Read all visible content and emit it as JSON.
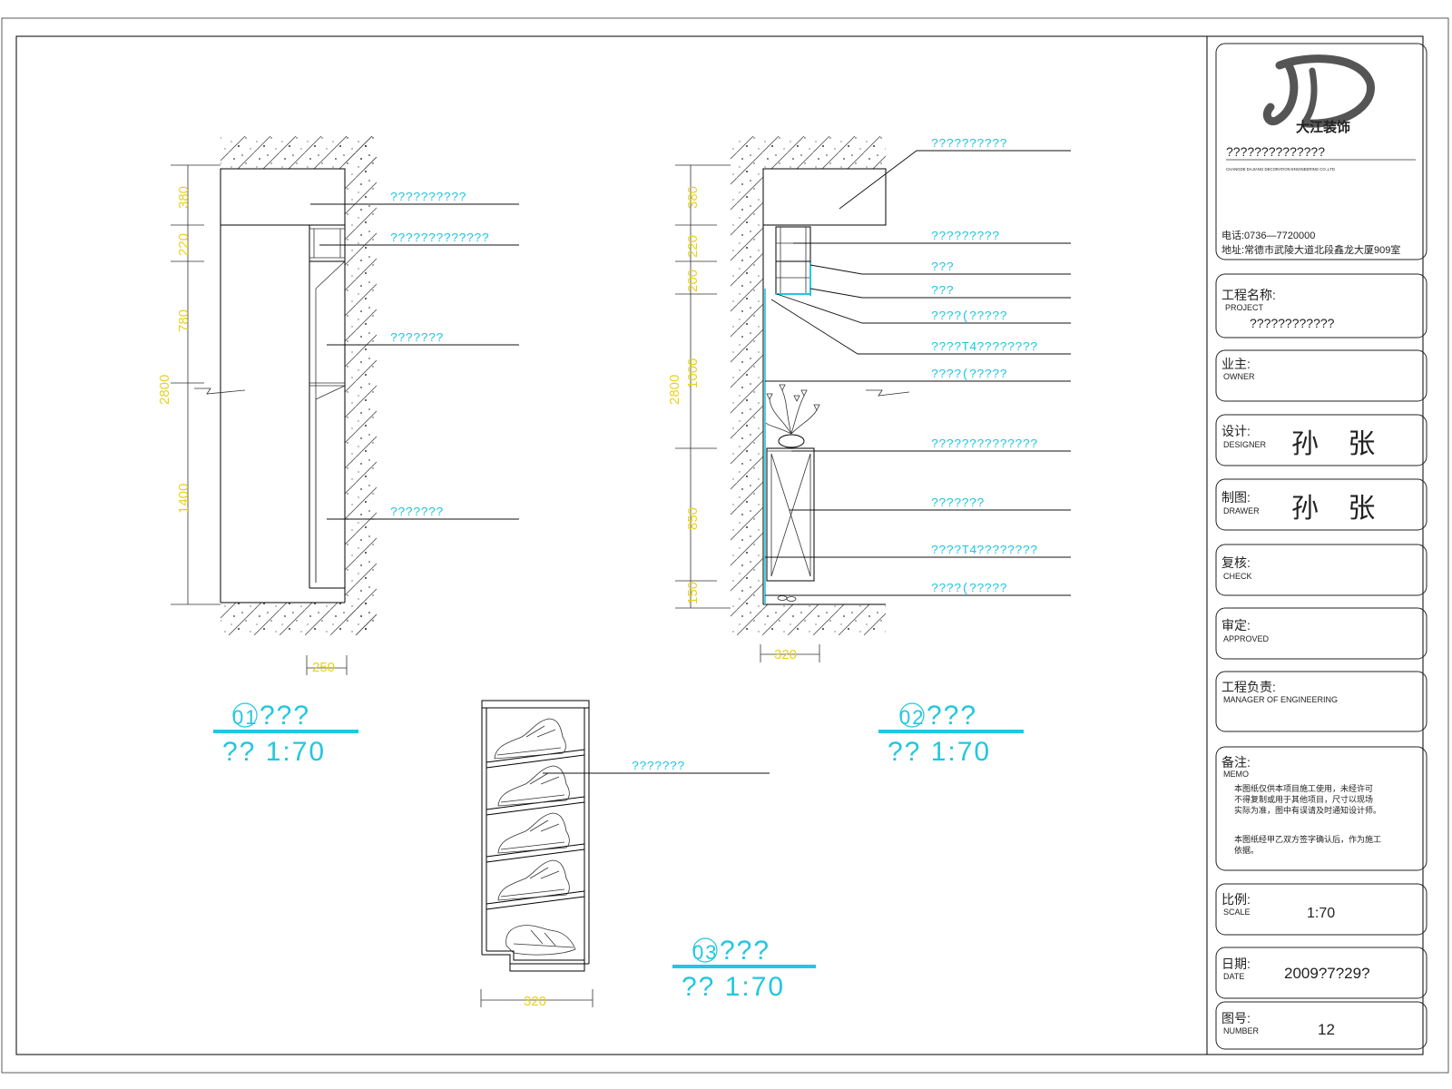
{
  "elevation01": {
    "dims": [
      "380",
      "220",
      "780",
      "1400"
    ],
    "total": "2800",
    "width_dim": "250",
    "callouts": [
      "??????????",
      "?????????????",
      "???????",
      "???????"
    ],
    "title_num": "01",
    "title_text": "???",
    "scale": "?? 1:70"
  },
  "elevation02": {
    "dims": [
      "380",
      "220",
      "200",
      "1000",
      "850",
      "150"
    ],
    "total": "2800",
    "width_dim": "320",
    "callouts": [
      "??????????",
      "?????????",
      "???",
      "???",
      "????(?????",
      "????T4????????",
      "????(?????",
      "??????????????",
      "???????",
      "????T4????????",
      "????(?????"
    ],
    "title_num": "02",
    "title_text": "???",
    "scale": "?? 1:70"
  },
  "elevation03": {
    "width_dim": "320",
    "callouts": [
      "???????"
    ],
    "title_num": "03",
    "title_text": "???",
    "scale": "?? 1:70"
  },
  "titleblock": {
    "company": "??????????????",
    "company_en": "CHANGDE DAJIANG DECORATION ENGINEERING CO.,LTD",
    "phone": "电话:0736—7720000",
    "address": "地址:常德市武陵大道北段鑫龙大厦909室",
    "project_label": "工程名称:",
    "project_en": "PROJECT",
    "project_value": "????????????",
    "owner_label": "业主:",
    "owner_en": "OWNER",
    "designer_label": "设计:",
    "designer_en": "DESIGNER",
    "designer_value": "孙 张",
    "drawer_label": "制图:",
    "drawer_en": "DRAWER",
    "drawer_value": "孙 张",
    "check_label": "复核:",
    "check_en": "CHECK",
    "approved_label": "审定:",
    "approved_en": "APPROVED",
    "manager_label": "工程负责:",
    "manager_en": "MANAGER OF ENGINEERING",
    "memo_label": "备注:",
    "memo_en": "MEMO",
    "memo_line1": "本图纸仅供本项目施工使用，未经许可",
    "memo_line2": "不得复制或用于其他项目，尺寸以现场",
    "memo_line3": "实际为准，图中有误请及时通知设计师。",
    "memo_line4": "本图纸经甲乙双方签字确认后，作为施工",
    "memo_line5": "依据。",
    "scale_label": "比例:",
    "scale_en": "SCALE",
    "scale_value": "1:70",
    "date_label": "日期:",
    "date_en": "DATE",
    "date_value": "2009?7?29?",
    "number_label": "图号:",
    "number_en": "NUMBER",
    "number_value": "12"
  },
  "colors": {
    "cyan": "#22c7e0",
    "yellow": "#e9d21b",
    "line": "#000000"
  }
}
